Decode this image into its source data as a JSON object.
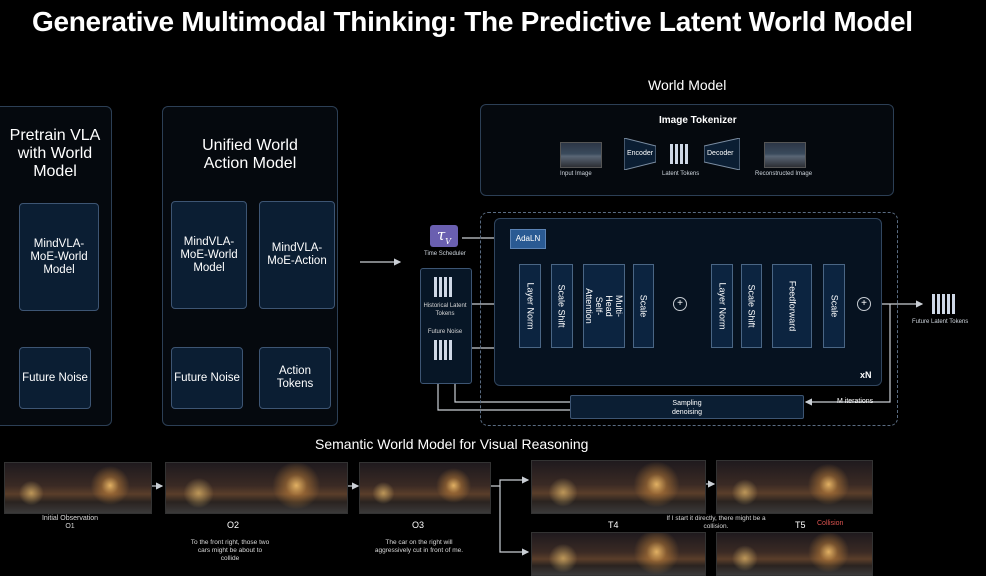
{
  "title": "Generative Multimodal Thinking: The Predictive Latent World Model",
  "pretrain": {
    "title": "Pretrain VLA with World Model",
    "model": "MindVLA-MoE-World Model",
    "noise": "Future Noise"
  },
  "unified": {
    "title": "Unified World Action Model",
    "world": "MindVLA-MoE-World Model",
    "action": "MindVLA-MoE-Action",
    "noise": "Future Noise",
    "tokens": "Action Tokens"
  },
  "world_model": {
    "label": "World Model",
    "tokenizer": {
      "title": "Image Tokenizer",
      "input": "Input Image",
      "encoder": "Encoder",
      "latent": "Latent Tokens",
      "decoder": "Decoder",
      "reconstructed": "Reconstructed Image"
    },
    "time_scheduler": "Time Scheduler",
    "tau": "τ",
    "tau_sub": "V",
    "historical": "Historical Latent Tokens",
    "future_noise": "Future Noise",
    "adaln": "AdaLN",
    "blocks": [
      "Layer Norm",
      "Scale Shift",
      "Multi-Head Self-Attention",
      "Scale",
      "Layer Norm",
      "Scale Shift",
      "Feedforward",
      "Scale"
    ],
    "plus": "+",
    "xn": "xN",
    "future_latent": "Future Latent Tokens",
    "sampling": "Sampling",
    "denoising": "denoising",
    "iterations": "M iterations"
  },
  "semantic": {
    "title": "Semantic World Model for Visual Reasoning",
    "o1": "Initial Observation",
    "o1b": "O1",
    "o2": "O2",
    "o2_caption": "To the front right, those two cars might be about to collide",
    "o3": "O3",
    "o3_caption": "The car on the right will aggressively cut in front of me.",
    "t4": "T4",
    "t4_caption": "If I start it directly, there might be a collision.",
    "t5": "T5",
    "collision": "Collision"
  },
  "colors": {
    "background": "#000000",
    "panel_border": "#2c3f55",
    "box_fill": "#0b1e33",
    "collision": "#d9534f"
  }
}
